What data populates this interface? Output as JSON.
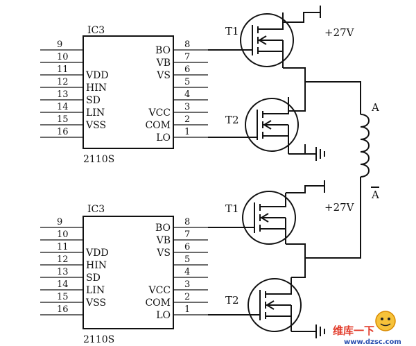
{
  "ics": [
    {
      "id": "ic-top",
      "name": "IC3",
      "part": "2110S",
      "left_pins": [
        {
          "num": "9",
          "label": ""
        },
        {
          "num": "10",
          "label": ""
        },
        {
          "num": "11",
          "label": "VDD"
        },
        {
          "num": "12",
          "label": "HIN"
        },
        {
          "num": "13",
          "label": "SD"
        },
        {
          "num": "14",
          "label": "LIN"
        },
        {
          "num": "15",
          "label": "VSS"
        },
        {
          "num": "16",
          "label": ""
        }
      ],
      "right_pins": [
        {
          "num": "8",
          "label": "BO"
        },
        {
          "num": "7",
          "label": "VB"
        },
        {
          "num": "6",
          "label": "VS"
        },
        {
          "num": "5",
          "label": ""
        },
        {
          "num": "4",
          "label": ""
        },
        {
          "num": "3",
          "label": "VCC"
        },
        {
          "num": "2",
          "label": "COM"
        },
        {
          "num": "1",
          "label": "LO"
        }
      ]
    },
    {
      "id": "ic-bottom",
      "name": "IC3",
      "part": "2110S",
      "left_pins": [
        {
          "num": "9",
          "label": ""
        },
        {
          "num": "10",
          "label": ""
        },
        {
          "num": "11",
          "label": "VDD"
        },
        {
          "num": "12",
          "label": "HIN"
        },
        {
          "num": "13",
          "label": "SD"
        },
        {
          "num": "14",
          "label": "LIN"
        },
        {
          "num": "15",
          "label": "VSS"
        },
        {
          "num": "16",
          "label": ""
        }
      ],
      "right_pins": [
        {
          "num": "8",
          "label": "BO"
        },
        {
          "num": "7",
          "label": "VB"
        },
        {
          "num": "6",
          "label": "VS"
        },
        {
          "num": "5",
          "label": ""
        },
        {
          "num": "4",
          "label": ""
        },
        {
          "num": "3",
          "label": "VCC"
        },
        {
          "num": "2",
          "label": "COM"
        },
        {
          "num": "1",
          "label": "LO"
        }
      ]
    }
  ],
  "transistors": {
    "top_high": "T1",
    "top_low": "T2",
    "bottom_high": "T1",
    "bottom_low": "T2"
  },
  "supply": {
    "top": "+27V",
    "bottom": "+27V"
  },
  "coil": {
    "terminal_top": "A",
    "terminal_bottom": "A"
  },
  "watermark": {
    "text": "维库一下",
    "url": "www.dzsc.com"
  }
}
